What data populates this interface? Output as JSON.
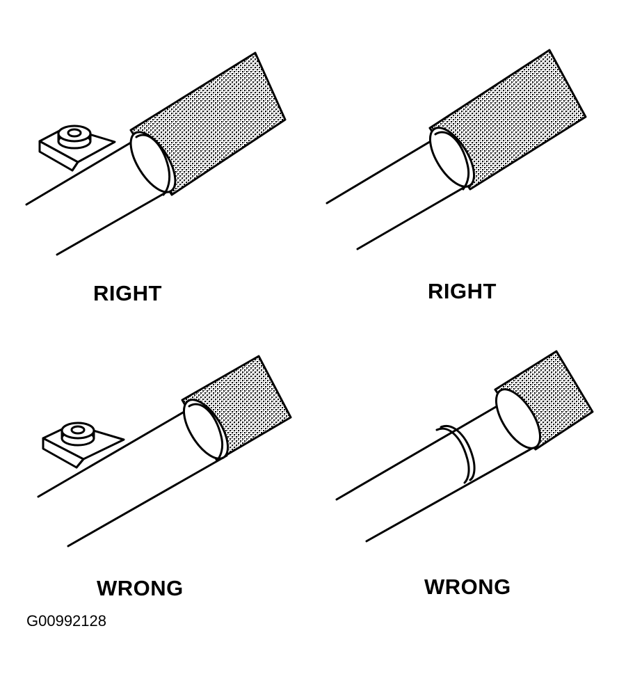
{
  "panels": [
    {
      "id": "top-left",
      "caption": "RIGHT",
      "has_bracket": true,
      "tape_position": "at-sleeve"
    },
    {
      "id": "top-right",
      "caption": "RIGHT",
      "has_bracket": false,
      "tape_position": "at-sleeve"
    },
    {
      "id": "bottom-left",
      "caption": "WRONG",
      "has_bracket": true,
      "tape_position": "at-sleeve"
    },
    {
      "id": "bottom-right",
      "caption": "WRONG",
      "has_bracket": false,
      "tape_position": "away-from-sleeve"
    }
  ],
  "figure_id": "G00992128",
  "colors": {
    "ink": "#000000",
    "paper": "#ffffff"
  }
}
